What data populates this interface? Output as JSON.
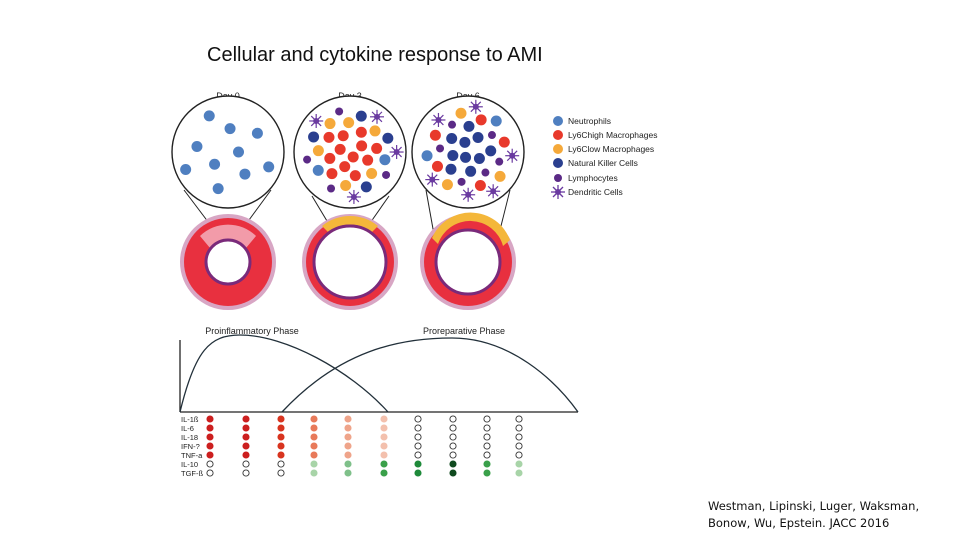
{
  "slide": {
    "title": "Cellular and cytokine response to AMI",
    "citation_line1": "Westman, Lipinski, Luger, Waksman,",
    "citation_line2": "Bonow, Wu, Epstein. JACC 2016"
  },
  "days": [
    "Day 0",
    "Day 3",
    "Day 6"
  ],
  "legend": [
    {
      "label": "Neutrophils",
      "color": "#4f7fc0"
    },
    {
      "label": "Ly6Chigh Macrophages",
      "color": "#e8392b"
    },
    {
      "label": "Ly6Clow Macrophages",
      "color": "#f5a93a"
    },
    {
      "label": "Natural Killer Cells",
      "color": "#2a3f8f"
    },
    {
      "label": "Lymphocytes",
      "color": "#5b2a86"
    },
    {
      "label": "Dendritic Cells",
      "color": "#6a3aa0"
    }
  ],
  "phases": {
    "proinflammatory": "Proinflammatory Phase",
    "reparative": "Proreparative Phase"
  },
  "cytokines": [
    "IL-1ß",
    "IL-6",
    "IL-18",
    "IFN-?",
    "TNF-a",
    "IL-10",
    "TGF-ß"
  ],
  "colors": {
    "myocardium": "#e8303f",
    "pericardium": "#d8a6c4",
    "lumen_border": "#7a2a7a",
    "infarct": "#f3a7b5",
    "scar": "#f4b73a",
    "curve": "#22303a"
  }
}
